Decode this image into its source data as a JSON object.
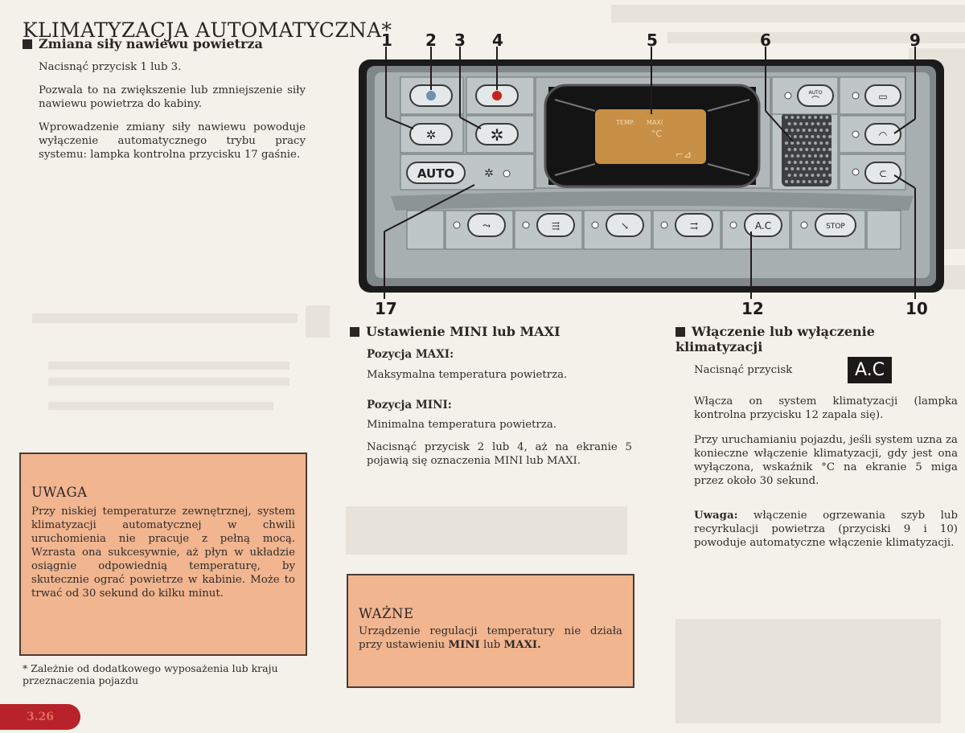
{
  "title": "KLIMATYZACJA AUTOMATYCZNA*",
  "section_fan": {
    "heading": "Zmiana siły nawiewu powietrza",
    "p1": "Nacisnąć przycisk 1 lub 3.",
    "p2": "Pozwala to na zwiększenie lub zmniejszenie siły nawiewu powietrza do kabiny.",
    "p3": "Wprowadzenie zmiany siły nawiewu powoduje wyłączenie automatycznego trybu pracy systemu: lampka kontrolna przycisku 17 gaśnie."
  },
  "diagram": {
    "callouts_top": [
      "1",
      "2",
      "3",
      "4",
      "5",
      "6",
      "9"
    ],
    "callouts_bottom": [
      "17",
      "12",
      "10"
    ],
    "display": {
      "text1": "TEMP.",
      "text2": "MAXI",
      "unit": "°C"
    },
    "auto_label": "AUTO",
    "ac_label": "A.C",
    "stop_label": "STOP",
    "recirc_label": "AUTO",
    "colors": {
      "panel": "#8a9294",
      "display": "#c79046",
      "led_red": "#c8241c",
      "led_blue": "#6b8fb5"
    }
  },
  "section_minimaxi": {
    "heading": "Ustawienie MINI lub MAXI",
    "maxi_label": "Pozycja MAXI:",
    "maxi_text": "Maksymalna temperatura powietrza.",
    "mini_label": "Pozycja MINI:",
    "mini_text": "Minimalna temperatura powietrza.",
    "press_text": "Nacisnąć przycisk 2 lub 4, aż na ekranie 5 pojawią się oznaczenia MINI lub MAXI."
  },
  "section_ac": {
    "heading": "Włączenie lub wyłączenie klimatyzacji",
    "press": "Nacisnąć przycisk",
    "badge": "A.C",
    "p1": "Włącza on system klimatyzacji (lampka kontrolna przycisku 12 zapala się).",
    "p2": "Przy uruchamianiu pojazdu, jeśli system uzna za konieczne włączenie klimatyzacji, gdy jest ona wyłączona, wskaźnik °C na ekranie 5 miga przez około 30 sekund.",
    "note_label": "Uwaga:",
    "note_text": "włączenie ogrzewania szyb lub recyrkulacji powietrza (przyciski 9 i 10) powoduje automatyczne włączenie klimatyzacji."
  },
  "uwaga": {
    "heading": "UWAGA",
    "text": "Przy niskiej temperaturze zewnętrznej, system klimatyzacji automatycznej w chwili uruchomienia nie pracuje z pełną mocą. Wzrasta ona sukcesywnie, aż płyn w układzie osiągnie odpowiednią temperaturę, by skutecznie ograć powietrze w kabinie. Może to trwać od 30 sekund do kilku minut."
  },
  "wazne": {
    "heading": "WAŻNE",
    "text_pre": "Urządzenie regulacji temperatury nie działa przy ustawieniu",
    "mini": "MINI",
    "lub": "lub",
    "maxi": "MAXI."
  },
  "footnote": "* Zależnie od dodatkowego wyposażenia lub kraju przeznaczenia pojazdu",
  "page_number": "3.26"
}
